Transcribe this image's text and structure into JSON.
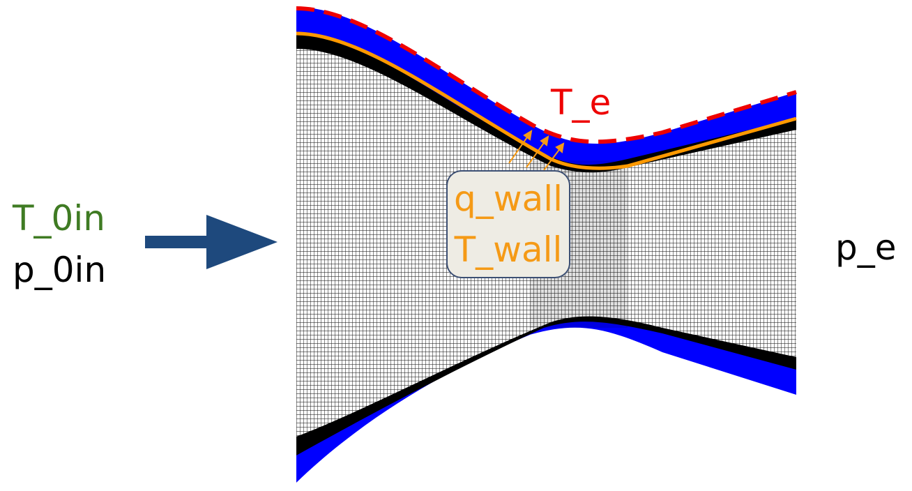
{
  "colors": {
    "inlet_temperature": "#3f7b23",
    "text": "#000000",
    "exit_temperature": "#ee0000",
    "wall_quantities": "#f59a16",
    "wall_line": "#ff9900",
    "outer_layer": "#0000ff",
    "mesh_dark": "#000000",
    "flow_arrow": "#1e497d",
    "callout_fill": "#eeece4",
    "callout_border": "#3c4f73"
  },
  "labels": {
    "inlet_temperature": "T_0in",
    "inlet_pressure": "p_0in",
    "exit_pressure": "p_e",
    "external_temperature": "T_e",
    "wall_heat_flux": "q_wall",
    "wall_temperature": "T_wall"
  },
  "icons": {
    "flow_arrow": "arrow-right-icon",
    "heat_flux_arrows": "small-arrow-up-right-icon"
  }
}
